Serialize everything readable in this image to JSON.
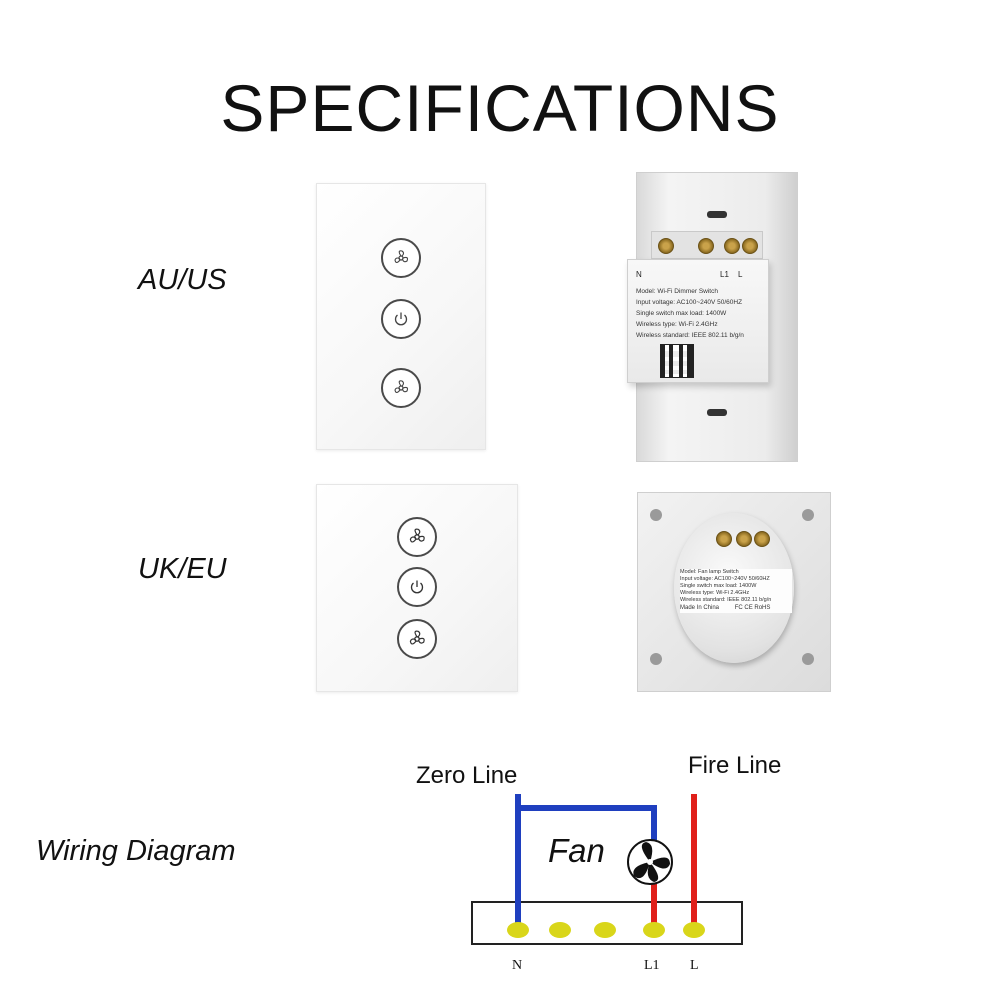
{
  "title": "SPECIFICATIONS",
  "rows": [
    {
      "label": "AU/US"
    },
    {
      "label": "UK/EU"
    }
  ],
  "au_module": {
    "terminals": [
      "N",
      "L1",
      "L"
    ],
    "spec_lines": [
      "Model:  Wi-Fi Dimmer Switch",
      "Input voltage:  AC100~240V  50/60HZ",
      "Single switch max load:  1400W",
      "Wireless type:  Wi-Fi 2.4GHz",
      "Wireless standard:  IEEE 802.11 b/g/n"
    ]
  },
  "uk_module": {
    "spec_lines": [
      "Model:  Fan lamp Switch",
      "Input voltage:  AC100~240V  50/60HZ",
      "Single switch max load:  1400W",
      "Wireless type:  Wi-Fi 2.4GHz",
      "Wireless standard:  IEEE 802.11 b/g/n"
    ],
    "made_in": "Made In China",
    "marks": "FC CE RoHS"
  },
  "wiring": {
    "label": "Wiring Diagram",
    "zero_line": "Zero Line",
    "fire_line": "Fire Line",
    "fan": "Fan",
    "terminals": [
      "N",
      "L1",
      "L"
    ],
    "colors": {
      "neutral": "#1f3fbf",
      "live": "#e0201a",
      "terminal": "#d9d61a"
    }
  },
  "icons": [
    "fan-icon",
    "power-icon",
    "fan-icon"
  ]
}
